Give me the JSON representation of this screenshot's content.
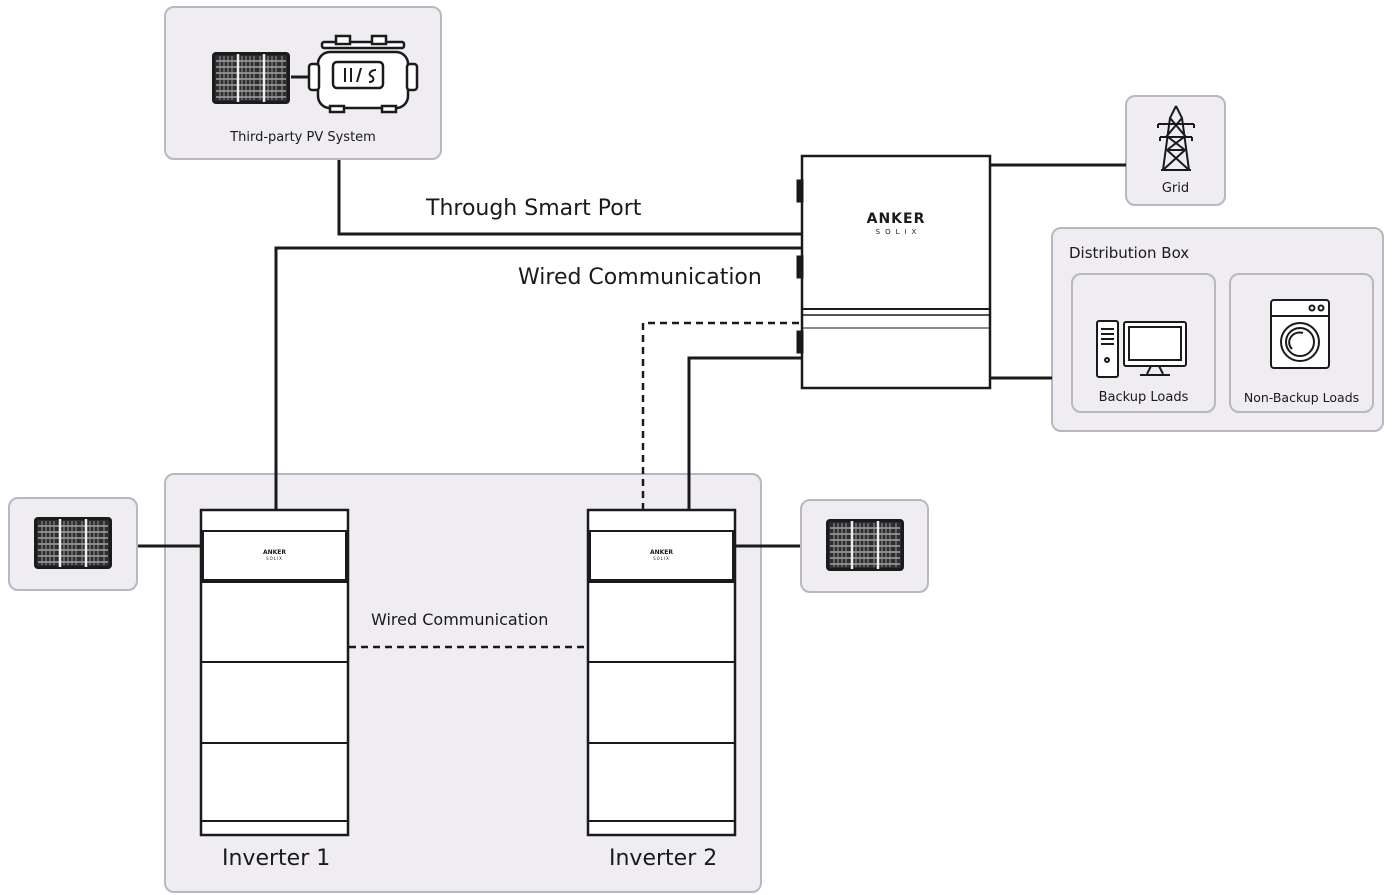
{
  "pv_system": {
    "label": "Third-party PV System"
  },
  "grid": {
    "label": "Grid"
  },
  "distribution_box": {
    "title": "Distribution Box",
    "backup_loads": "Backup Loads",
    "non_backup_loads": "Non-Backup Loads"
  },
  "hub": {
    "brand": "ANKER",
    "sub_brand": "SOLIX"
  },
  "connections": {
    "smart_port": "Through Smart Port",
    "wired_comm_top": "Wired Communication",
    "wired_comm_bottom": "Wired Communication"
  },
  "inverters": [
    {
      "label": "Inverter 1",
      "brand": "ANKER",
      "sub_brand": "SOLIX"
    },
    {
      "label": "Inverter 2",
      "brand": "ANKER",
      "sub_brand": "SOLIX"
    }
  ]
}
